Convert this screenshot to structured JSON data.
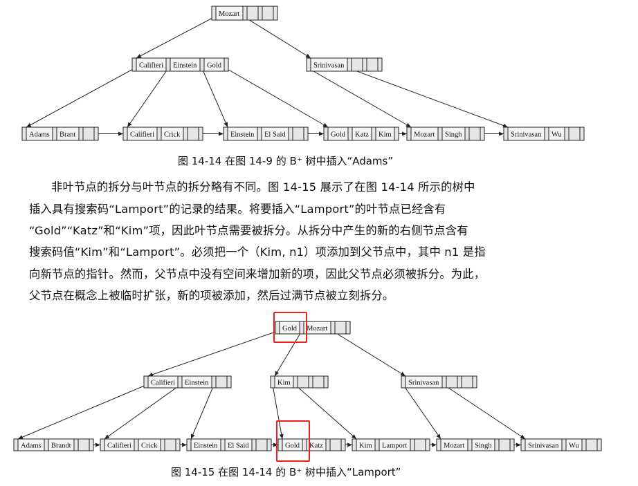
{
  "figure1": {
    "caption": "图 14-14   在图 14-9 的 B⁺ 树中插入“Adams”",
    "root": [
      "Mozart"
    ],
    "internal": [
      [
        "Califieri",
        "Einstein",
        "Gold"
      ],
      [
        "Srinivasan"
      ]
    ],
    "leaves": [
      [
        "Adams",
        "Brant"
      ],
      [
        "Califieri",
        "Crick"
      ],
      [
        "Einstein",
        "El Said"
      ],
      [
        "Gold",
        "Katz",
        "Kim"
      ],
      [
        "Mozart",
        "Singh"
      ],
      [
        "Srinivasan",
        "Wu"
      ]
    ]
  },
  "paragraph": {
    "lines": [
      "非叶节点的拆分与叶节点的拆分略有不同。图 14-15 展示了在图 14-14 所示的树中",
      "插入具有搜索码“Lamport”的记录的结果。将要插入“Lamport”的叶节点已经含有",
      "“Gold”“Katz”和“Kim”项，因此叶节点需要被拆分。从拆分中产生的新的右侧节点含有",
      "搜索码值“Kim”和“Lamport”。必须把一个（Kim, n1）项添加到父节点中，其中 n1 是指",
      "向新节点的指针。然而，父节点中没有空间来增加新的项，因此父节点必须被拆分。为此，",
      "父节点在概念上被临时扩张，新的项被添加，然后过满节点被立刻拆分。"
    ]
  },
  "figure2": {
    "caption": "图 14-15   在图 14-14 的 B⁺ 树中插入“Lamport”",
    "root": [
      "Gold",
      "Mozart"
    ],
    "internal": [
      [
        "Califieri",
        "Einstein"
      ],
      [
        "Kim"
      ],
      [
        "Srinivasan"
      ]
    ],
    "leaves": [
      [
        "Adams",
        "Brandt"
      ],
      [
        "Califieri",
        "Crick"
      ],
      [
        "Einstein",
        "El Said"
      ],
      [
        "Gold",
        "Katz"
      ],
      [
        "Kim",
        "Lamport"
      ],
      [
        "Mozart",
        "Singh"
      ],
      [
        "Srinivasan",
        "Wu"
      ]
    ],
    "highlight_color": "#e8231f"
  }
}
